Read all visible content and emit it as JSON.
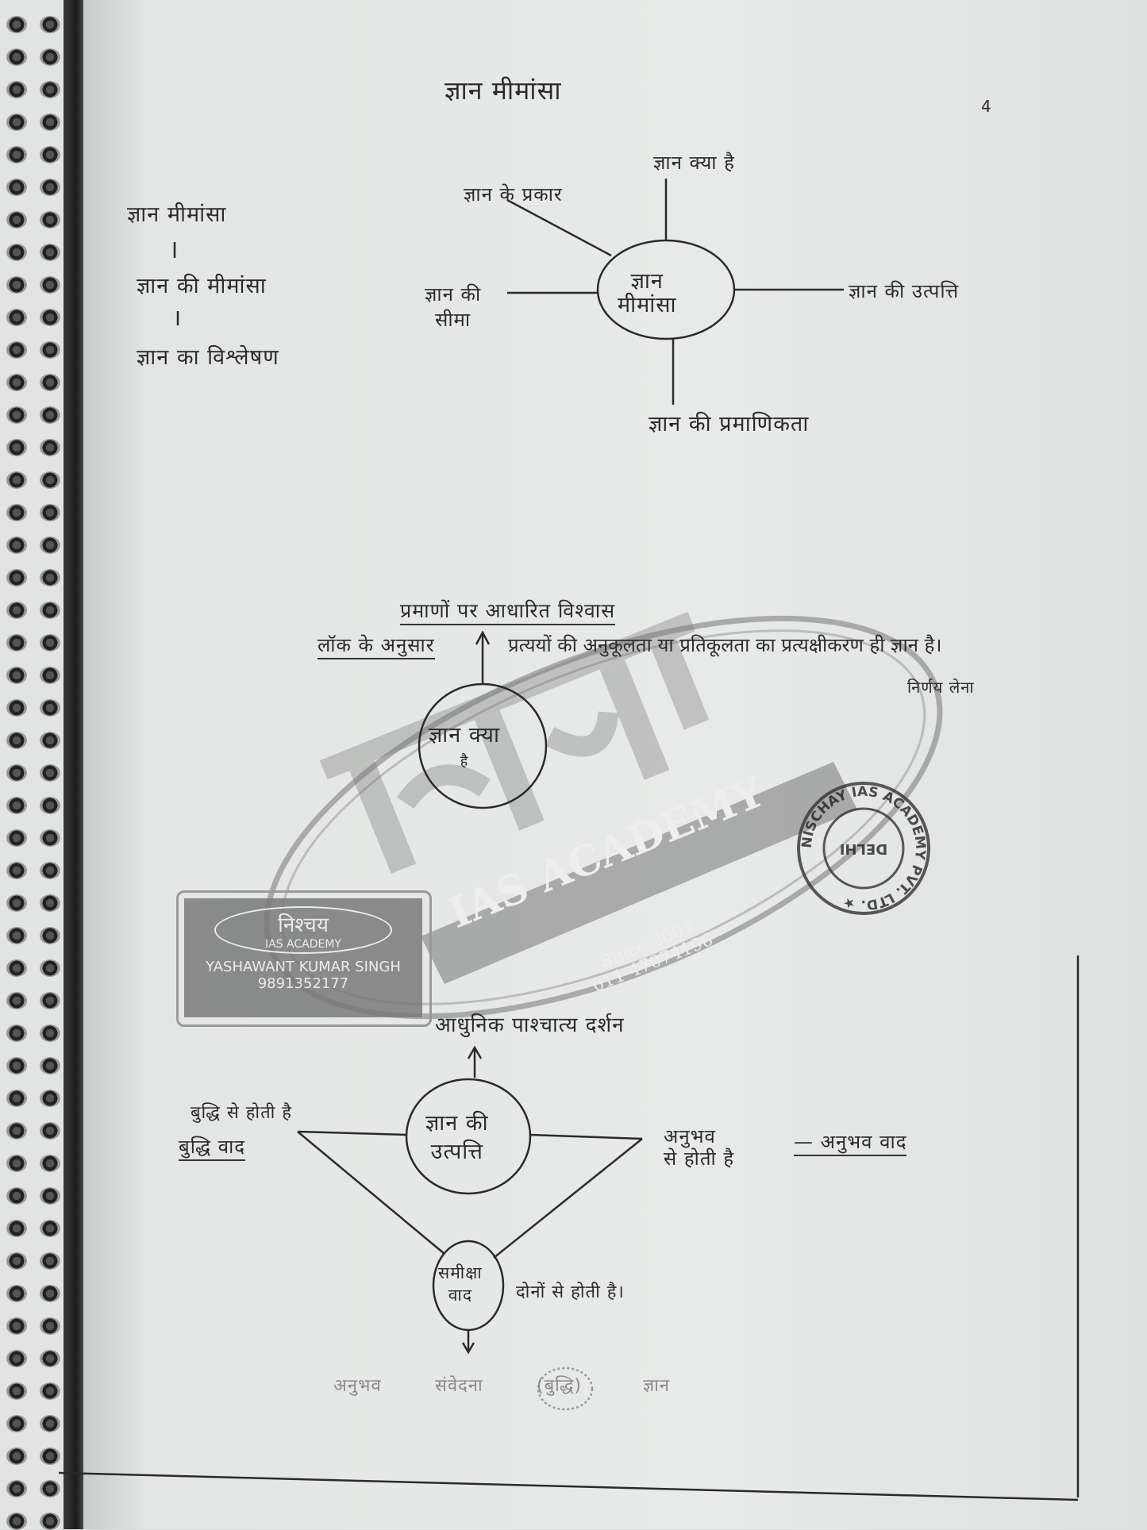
{
  "page": {
    "title": "ज्ञान मीमांसा",
    "page_number": "4"
  },
  "left_list": {
    "item1": "ज्ञान मीमांसा",
    "item2": "ज्ञान की मीमांसा",
    "item3": "ज्ञान का विश्लेषण"
  },
  "mind_map": {
    "center": [
      "ज्ञान",
      "मीमांसा"
    ],
    "top": "ज्ञान क्या है",
    "top_left": "ज्ञान के प्रकार",
    "left": [
      "ज्ञान की",
      "सीमा"
    ],
    "right": "ज्ञान की उत्पत्ति",
    "bottom": "ज्ञान की प्रमाणिकता"
  },
  "what_is_knowledge": {
    "heading": "प्रमाणों पर आधारित विश्वास",
    "locke_label": "लॉक के अनुसार",
    "definition": "प्रत्ययों की अनुकूलता या प्रतिकूलता का प्रत्यक्षीकरण ही ज्ञान है।",
    "note": "निर्णय लेना",
    "circle": [
      "ज्ञान क्या",
      "है"
    ]
  },
  "watermark": {
    "brand": "निश्चय",
    "name": "IAS ACADEMY",
    "since": "Since 2004",
    "phone": "011-47074196",
    "seal_ring": "NISCHAY IAS ACADEMY PVT. LTD. ★",
    "seal_center": "DELHI"
  },
  "owner_stamp": {
    "brand": "निश्चय",
    "academy": "IAS ACADEMY",
    "name": "YASHAWANT KUMAR SINGH",
    "phone": "9891352177"
  },
  "origin": {
    "top_label": "आधुनिक पाश्चात्य दर्शन",
    "circle": [
      "ज्ञान की",
      "उत्पत्ति"
    ],
    "left_note": "बुद्धि से होती है",
    "left_label": "बुद्धि वाद",
    "right_note": [
      "अनुभव",
      "से होती है"
    ],
    "right_label": "— अनुभव वाद",
    "bottom_circle": [
      "समीक्षा",
      "वाद"
    ],
    "bottom_note": "दोनों से होती है।",
    "chain": [
      "अनुभव",
      "संवेदना",
      "(बुद्धि)",
      "ज्ञान"
    ]
  }
}
